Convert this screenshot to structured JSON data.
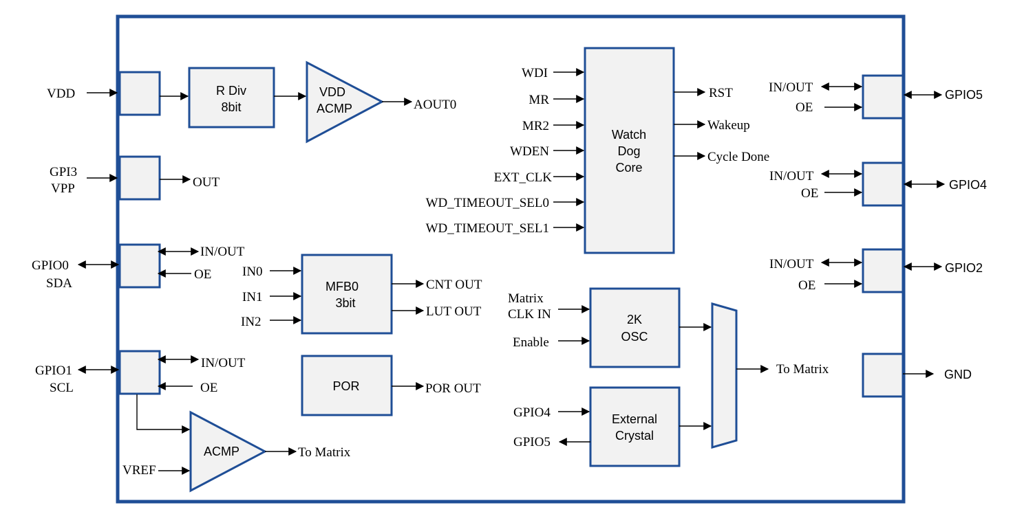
{
  "pins_left": {
    "vdd": "VDD",
    "gpi3": "GPI3",
    "vpp": "VPP",
    "gpio0": "GPIO0",
    "sda": "SDA",
    "gpio1": "GPIO1",
    "scl": "SCL"
  },
  "pins_right": {
    "gpio5": "GPIO5",
    "gpio4": "GPIO4",
    "gpio2": "GPIO2",
    "gnd": "GND"
  },
  "signals": {
    "in_out": "IN/OUT",
    "oe": "OE",
    "out": "OUT",
    "aout0": "AOUT0",
    "to_matrix": "To Matrix",
    "vref": "VREF",
    "in0": "IN0",
    "in1": "IN1",
    "in2": "IN2",
    "cnt_out": "CNT OUT",
    "lut_out": "LUT OUT",
    "por_out": "POR OUT",
    "wdi": "WDI",
    "mr": "MR",
    "mr2": "MR2",
    "wden": "WDEN",
    "ext_clk": "EXT_CLK",
    "wd_timeout_sel0": "WD_TIMEOUT_SEL0",
    "wd_timeout_sel1": "WD_TIMEOUT_SEL1",
    "rst": "RST",
    "wakeup": "Wakeup",
    "cycle_done": "Cycle Done",
    "matrix": "Matrix",
    "clk_in": "CLK IN",
    "enable": "Enable",
    "gpio4": "GPIO4",
    "gpio5": "GPIO5"
  },
  "blocks": {
    "rdiv_l1": "R Div",
    "rdiv_l2": "8bit",
    "vdd_acmp_l1": "VDD",
    "vdd_acmp_l2": "ACMP",
    "acmp": "ACMP",
    "mfb0_l1": "MFB0",
    "mfb0_l2": "3bit",
    "por": "POR",
    "wd_l1": "Watch",
    "wd_l2": "Dog",
    "wd_l3": "Core",
    "osc_l1": "2K",
    "osc_l2": "OSC",
    "xtal_l1": "External",
    "xtal_l2": "Crystal"
  },
  "colors": {
    "block_stroke": "#1f4e96",
    "block_fill": "#f2f2f2"
  }
}
